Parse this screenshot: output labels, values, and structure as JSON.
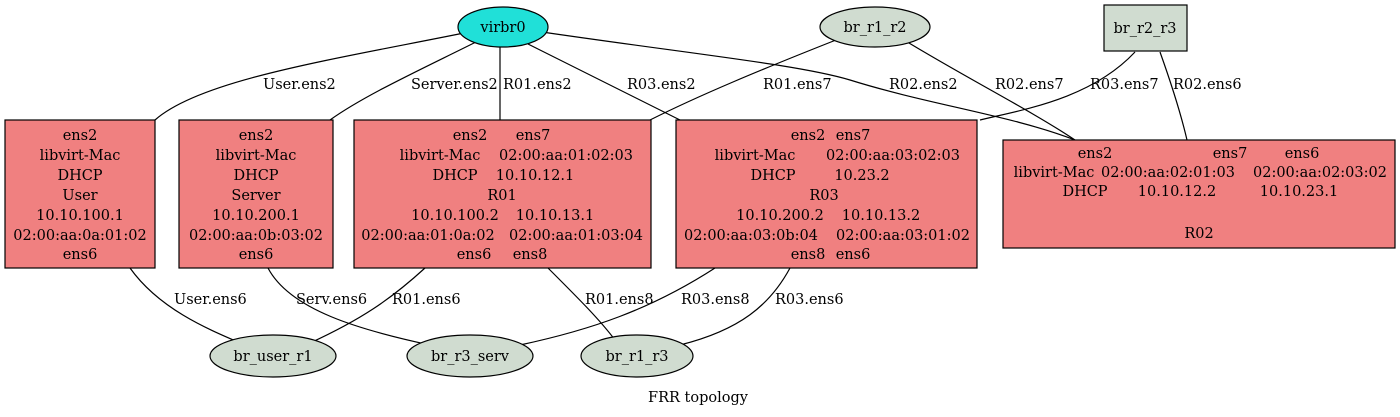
{
  "caption": "FRR topology",
  "bridges": {
    "virbr0": "virbr0",
    "br_r1_r2": "br_r1_r2",
    "br_r2_r3": "br_r2_r3",
    "br_user_r1": "br_user_r1",
    "br_r3_serv": "br_r3_serv",
    "br_r1_r3": "br_r1_r3"
  },
  "hosts": {
    "user": [
      "ens2",
      "libvirt-Mac",
      "DHCP",
      "User",
      "10.10.100.1",
      "02:00:aa:0a:01:02",
      "ens6"
    ],
    "server": [
      "ens2",
      "libvirt-Mac",
      "DHCP",
      "Server",
      "10.10.200.1",
      "02:00:aa:0b:03:02",
      "ens6"
    ],
    "r01": {
      "col1": [
        "ens2",
        "libvirt-Mac",
        "DHCP"
      ],
      "col2": [
        "ens7",
        "02:00:aa:01:02:03",
        "10.10.12.1"
      ],
      "name": "R01",
      "col3": [
        "10.10.100.2",
        "02:00:aa:01:0a:02",
        "ens6"
      ],
      "col4": [
        "10.10.13.1",
        "02:00:aa:01:03:04",
        "ens8"
      ]
    },
    "r03": {
      "col1": [
        "ens2",
        "libvirt-Mac",
        "DHCP"
      ],
      "col2": [
        "ens7",
        "02:00:aa:03:02:03",
        "10.23.2"
      ],
      "name": "R03",
      "col3": [
        "10.10.200.2",
        "02:00:aa:03:0b:04",
        "ens8"
      ],
      "col4": [
        "10.10.13.2",
        "02:00:aa:03:01:02",
        "ens6"
      ]
    },
    "r02": {
      "col1": [
        "ens2",
        "libvirt-Mac",
        "DHCP"
      ],
      "col2": [
        "ens7",
        "02:00:aa:02:01:03",
        "10.10.12.2"
      ],
      "col3": [
        "ens6",
        "02:00:aa:02:03:02",
        "10.10.23.1"
      ],
      "name": "R02"
    }
  },
  "edge_labels": {
    "user_ens2": "User.ens2",
    "server_ens2": "Server.ens2",
    "r01_ens2": "R01.ens2",
    "r03_ens2": "R03.ens2",
    "r01_ens7": "R01.ens7",
    "r02_ens2": "R02.ens2",
    "r02_ens7": "R02.ens7",
    "r03_ens7": "R03.ens7",
    "r02_ens6": "R02.ens6",
    "user_ens6": "User.ens6",
    "serv_ens6": "Serv.ens6",
    "r01_ens6": "R01.ens6",
    "r01_ens8": "R01.ens8",
    "r03_ens8": "R03.ens8",
    "r03_ens6": "R03.ens6"
  }
}
